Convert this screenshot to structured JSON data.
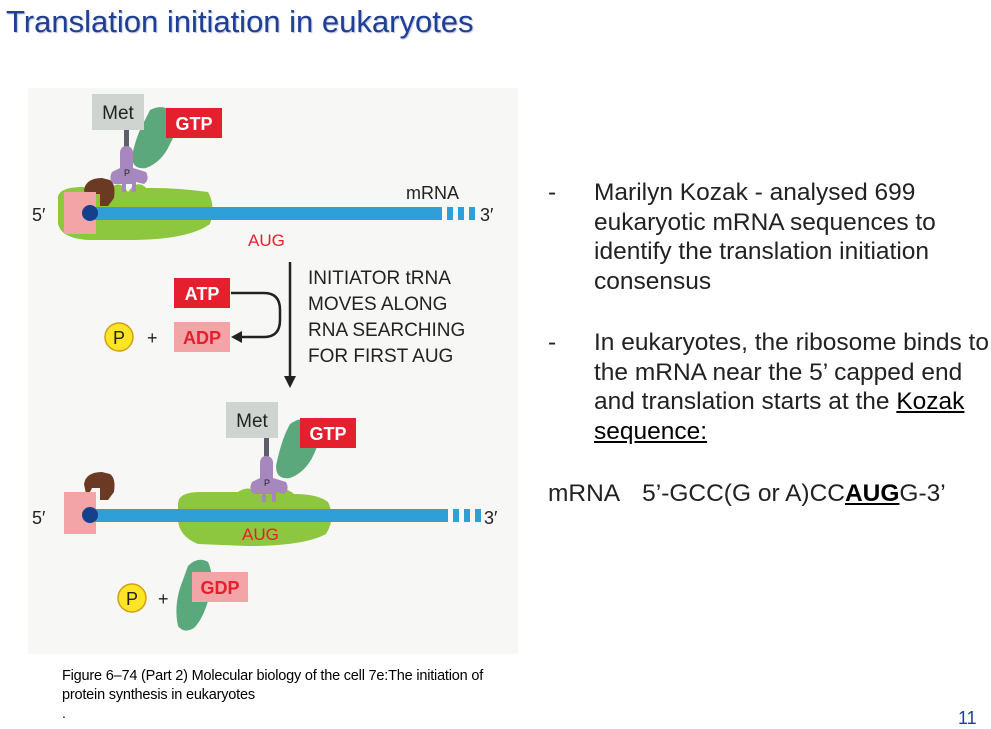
{
  "title": "Translation initiation in eukaryotes",
  "figure": {
    "top": {
      "met": "Met",
      "gtp": "GTP",
      "p_label": "P",
      "five_prime": "5′",
      "three_prime": "3′",
      "mrna": "mRNA",
      "aug": "AUG"
    },
    "middle": {
      "atp": "ATP",
      "adp": "ADP",
      "phosphate": "P",
      "plus": "+",
      "caption_lines": [
        "INITIATOR tRNA",
        "MOVES ALONG",
        "RNA SEARCHING",
        "FOR FIRST AUG"
      ]
    },
    "bottom": {
      "met": "Met",
      "gtp": "GTP",
      "p_label": "P",
      "five_prime": "5′",
      "three_prime": "3′",
      "aug": "AUG",
      "gdp": "GDP",
      "phosphate": "P",
      "plus": "+"
    },
    "colors": {
      "mrna_blue": "#2f9fd8",
      "ribosome_green": "#8dc63f",
      "gtp_red": "#e4202e",
      "adp_pink": "#f3a4a6",
      "trna_purple": "#a688bf",
      "factor_green": "#5aa87c",
      "phosphate_yellow": "#fde425",
      "met_grey": "#cfd4d1"
    }
  },
  "caption": "Figure 6–74 (Part 2) Molecular biology of the cell 7e:The initiation of protein synthesis in eukaryotes",
  "caption_dot": ".",
  "bullets": [
    {
      "dash": "-",
      "text": "Marilyn Kozak - analysed 699 eukaryotic mRNA sequences to identify the translation initiation consensus"
    },
    {
      "dash": "-",
      "text": "In eukaryotes, the ribosome binds to the mRNA near the 5’ capped end and translation starts at the ",
      "underlined": "Kozak sequence:"
    }
  ],
  "sequence": {
    "label": "mRNA",
    "prefix": "5’-GCC(G or A)CC",
    "aug": "AUG",
    "suffix": "G-3’"
  },
  "page_number": "11"
}
